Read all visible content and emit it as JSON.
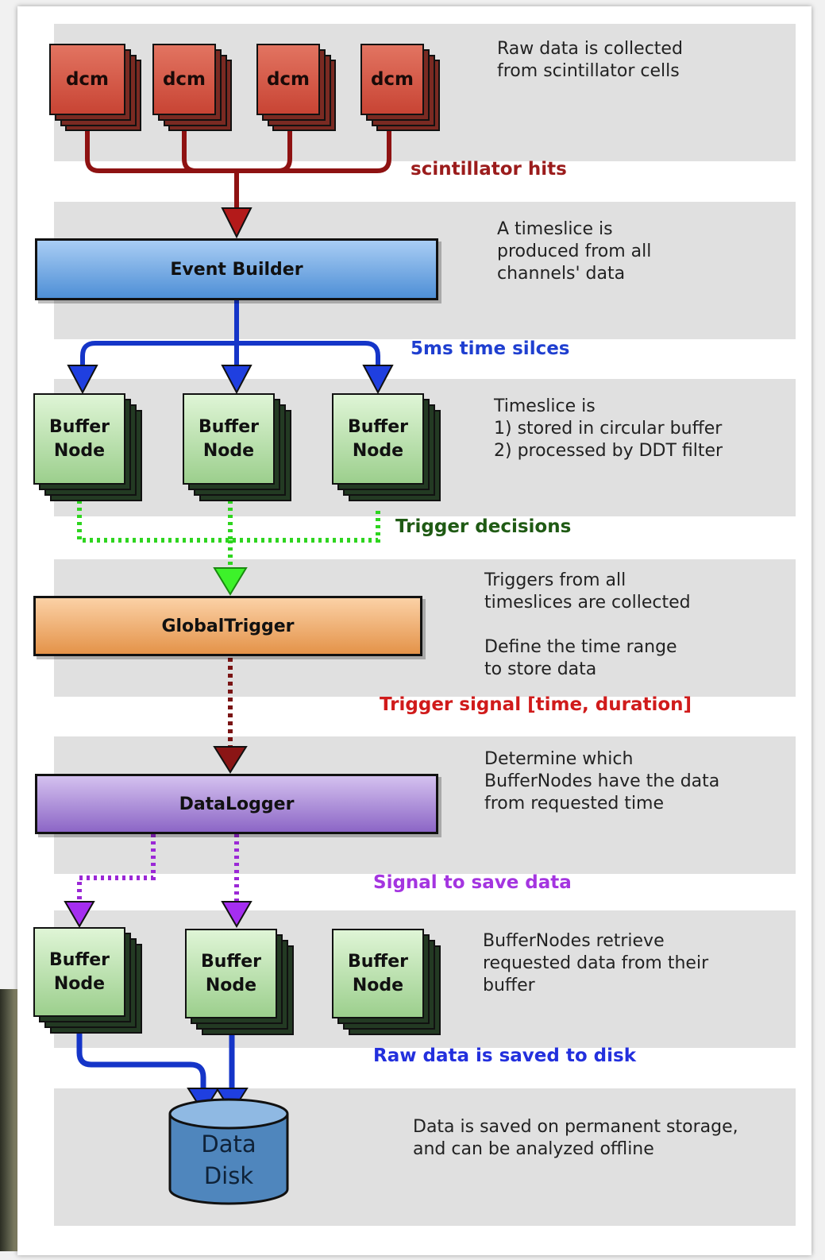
{
  "stages": {
    "raw_data": {
      "dcm_label": "dcm",
      "description": "Raw data is collected\nfrom scintillator cells",
      "connector_label": "scintillator hits",
      "connector_color": "#9b1c1c"
    },
    "event_builder": {
      "label": "Event Builder",
      "description": "A timeslice is\nproduced from all\nchannels' data",
      "connector_label": "5ms time silces",
      "connector_color": "#1f3fd0"
    },
    "buffer_nodes": {
      "node_label": "Buffer\nNode",
      "description": "Timeslice is\n1) stored in circular buffer\n2) processed by DDT filter",
      "connector_label": "Trigger decisions",
      "connector_color": "#1f5a14"
    },
    "global_trigger": {
      "label": "GlobalTrigger",
      "description": "Triggers from all\ntimeslices are collected\n\nDefine the time range\nto store data",
      "connector_label": "Trigger signal  [time, duration]",
      "connector_color": "#d01b1b"
    },
    "data_logger": {
      "label": "DataLogger",
      "description": "Determine which\nBufferNodes have the data\nfrom requested time",
      "connector_label": "Signal to save data",
      "connector_color": "#a435e0"
    },
    "buffer_retrieve": {
      "node_label": "Buffer\nNode",
      "description": "BufferNodes retrieve\nrequested data from their\nbuffer",
      "connector_label": "Raw data is saved to disk",
      "connector_color": "#2330dd"
    },
    "storage": {
      "disk_label": "Data\nDisk",
      "description": "Data is saved on permanent storage,\nand can be analyzed offline"
    }
  }
}
